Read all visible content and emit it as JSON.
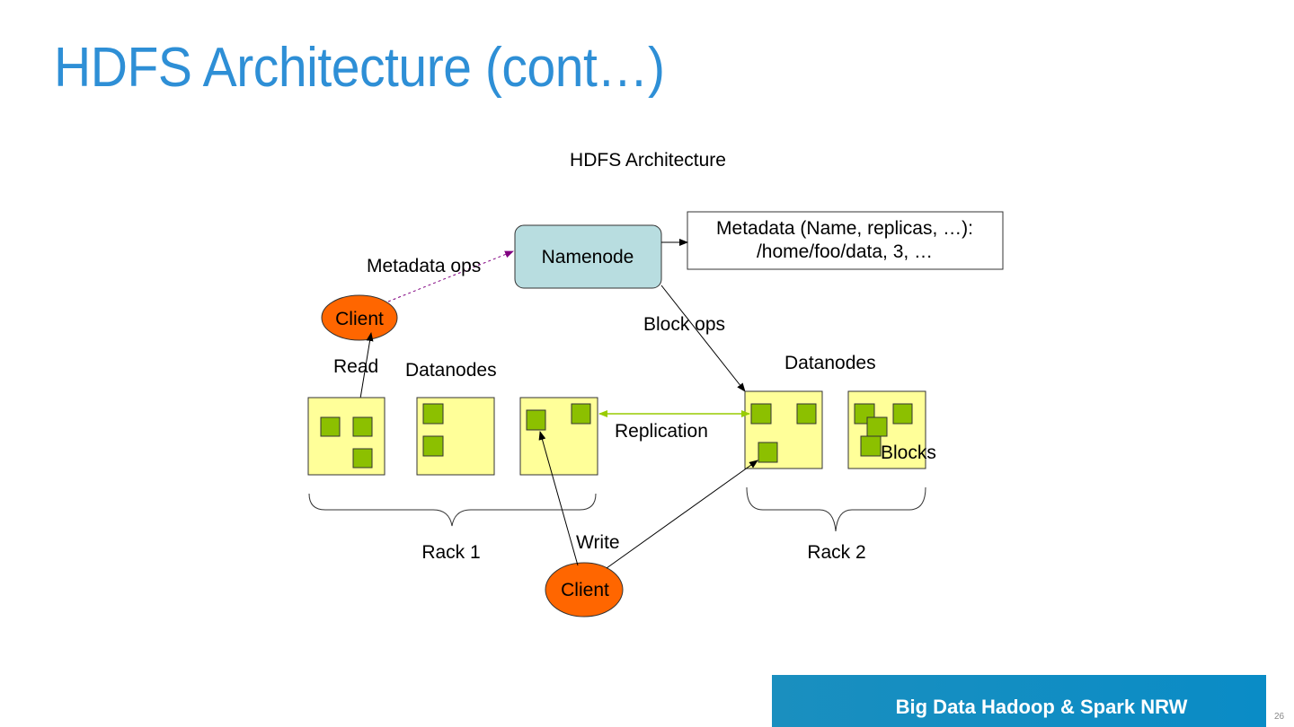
{
  "slide": {
    "title": "HDFS Architecture (cont…)",
    "page_number": "26",
    "footer": "Big Data Hadoop & Spark NRW"
  },
  "diagram": {
    "title": "HDFS Architecture",
    "namenode": {
      "label": "Namenode"
    },
    "metadata": {
      "line1": "Metadata (Name, replicas, …):",
      "line2": "/home/foo/data, 3, …"
    },
    "clients": [
      {
        "label": "Client"
      },
      {
        "label": "Client"
      }
    ],
    "edge_labels": {
      "metadata_ops": "Metadata ops",
      "block_ops": "Block ops",
      "read": "Read",
      "write": "Write",
      "replication": "Replication"
    },
    "racks": [
      {
        "label": "Rack 1",
        "datanodes_label": "Datanodes",
        "datanode_block_counts": [
          3,
          2,
          2
        ]
      },
      {
        "label": "Rack 2",
        "datanodes_label": "Datanodes",
        "datanode_block_counts": [
          3,
          4
        ]
      }
    ],
    "blocks_label": "Blocks",
    "colors": {
      "title": "#2e8fd6",
      "namenode_fill": "#b8dde0",
      "datanode_fill": "#ffff99",
      "block_fill": "#8cc000",
      "client_fill": "#ff6600",
      "metadata_ops_arrow": "#800080",
      "replication_arrow": "#99cc00",
      "footer": "#0a8cc6"
    }
  }
}
